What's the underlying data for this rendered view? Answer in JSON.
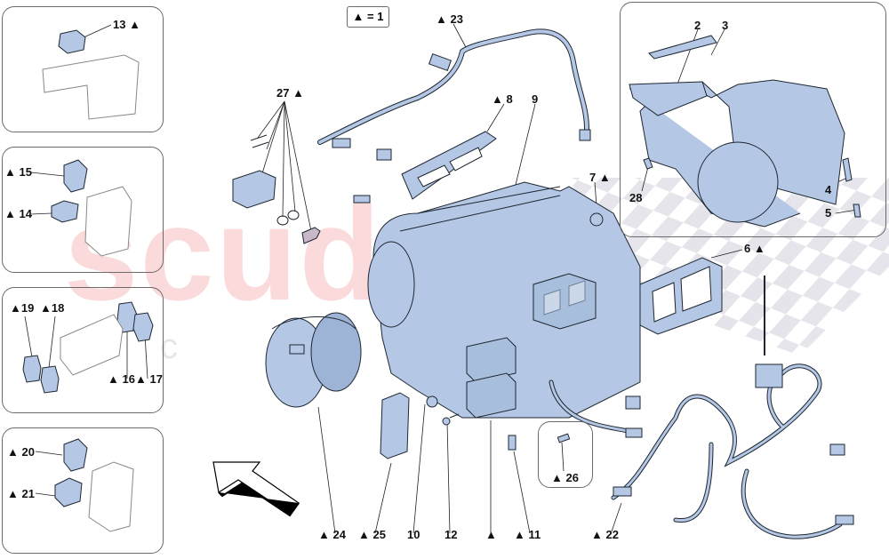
{
  "diagram": {
    "type": "exploded-parts-diagram",
    "subject": "air conditioning / heater unit assembly",
    "legend": {
      "symbol": "▲",
      "text": "▲ = 1"
    },
    "watermark": {
      "main": "scuderia",
      "sub": "c a r"
    },
    "colors": {
      "part_fill": "#b4c8e6",
      "part_stroke": "#1e2630",
      "line": "#222222",
      "inset_border": "#6a6a6a",
      "watermark": "#f09696",
      "checker": "#d8d8e0"
    },
    "insets": [
      {
        "id": "inset-top-left",
        "labels": [
          "13 ▲"
        ]
      },
      {
        "id": "inset-left-2",
        "labels": [
          "▲ 15",
          "▲ 14"
        ]
      },
      {
        "id": "inset-left-3",
        "labels": [
          "▲19",
          "▲18",
          "▲ 16",
          "▲ 17"
        ]
      },
      {
        "id": "inset-left-4",
        "labels": [
          "▲ 20",
          "▲ 21"
        ]
      },
      {
        "id": "inset-top-right",
        "labels": [
          "2",
          "3",
          "4",
          "5",
          "28"
        ]
      },
      {
        "id": "inset-small",
        "labels": [
          "▲ 26"
        ]
      }
    ],
    "callouts": {
      "c13": "13 ▲",
      "c15": "▲ 15",
      "c14": "▲ 14",
      "c19": "▲19",
      "c18": "▲18",
      "c16": "▲ 16",
      "c17": "▲ 17",
      "c20": "▲ 20",
      "c21": "▲ 21",
      "c27": "27 ▲",
      "c23": "▲ 23",
      "c8": "▲ 8",
      "c9": "9",
      "c7": "7 ▲",
      "c2": "2",
      "c3": "3",
      "c4": "4",
      "c5": "5",
      "c28": "28",
      "c6": "6 ▲",
      "c24": "▲ 24",
      "c25": "▲ 25",
      "c10": "10",
      "c12": "12",
      "c1": "▲",
      "c11": "▲ 11",
      "c26": "▲ 26",
      "c22": "▲ 22"
    },
    "parts": [
      {
        "ref": "1",
        "desc": "air conditioning unit (main housing)",
        "triangle": true
      },
      {
        "ref": "2",
        "desc": "cover / duct",
        "triangle": false
      },
      {
        "ref": "3",
        "desc": "pollen filter",
        "triangle": false
      },
      {
        "ref": "4",
        "desc": "drain hose",
        "triangle": false
      },
      {
        "ref": "5",
        "desc": "drain hose end",
        "triangle": false
      },
      {
        "ref": "6",
        "desc": "seal frame",
        "triangle": true
      },
      {
        "ref": "7",
        "desc": "grommet",
        "triangle": true
      },
      {
        "ref": "8",
        "desc": "seal frame",
        "triangle": true
      },
      {
        "ref": "9",
        "desc": "seal gasket",
        "triangle": false
      },
      {
        "ref": "10",
        "desc": "screw",
        "triangle": false
      },
      {
        "ref": "11",
        "desc": "sensor",
        "triangle": true
      },
      {
        "ref": "12",
        "desc": "self-tapping screw",
        "triangle": false
      },
      {
        "ref": "13",
        "desc": "actuator",
        "triangle": true
      },
      {
        "ref": "14",
        "desc": "actuator",
        "triangle": true
      },
      {
        "ref": "15",
        "desc": "actuator",
        "triangle": true
      },
      {
        "ref": "16",
        "desc": "actuator",
        "triangle": true
      },
      {
        "ref": "17",
        "desc": "actuator",
        "triangle": true
      },
      {
        "ref": "18",
        "desc": "actuator",
        "triangle": true
      },
      {
        "ref": "19",
        "desc": "actuator",
        "triangle": true
      },
      {
        "ref": "20",
        "desc": "actuator",
        "triangle": true
      },
      {
        "ref": "21",
        "desc": "actuator",
        "triangle": true
      },
      {
        "ref": "22",
        "desc": "wiring harness",
        "triangle": true
      },
      {
        "ref": "23",
        "desc": "wiring harness",
        "triangle": true
      },
      {
        "ref": "24",
        "desc": "blower fan",
        "triangle": true
      },
      {
        "ref": "25",
        "desc": "blower resistor / controller",
        "triangle": true
      },
      {
        "ref": "26",
        "desc": "temperature sensor",
        "triangle": true
      },
      {
        "ref": "27",
        "desc": "expansion valve kit",
        "triangle": true
      },
      {
        "ref": "28",
        "desc": "bracket",
        "triangle": false
      }
    ]
  }
}
